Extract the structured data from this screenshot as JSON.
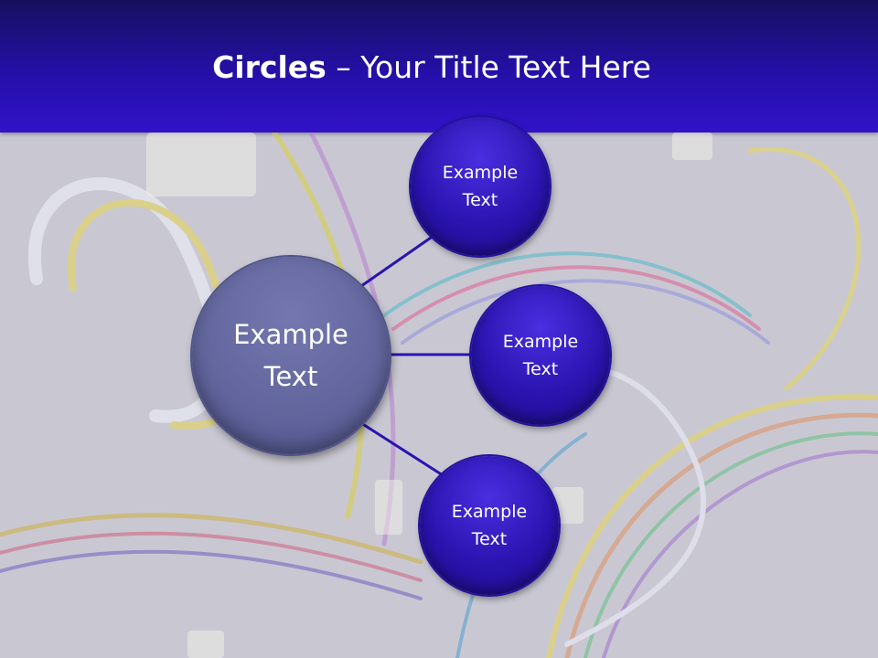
{
  "title": {
    "bold": "Circles",
    "rest": " – Your Title Text Here"
  },
  "center_node": {
    "label_line1": "Example",
    "label_line2": "Text"
  },
  "nodes": [
    {
      "label_line1": "Example",
      "label_line2": "Text"
    },
    {
      "label_line1": "Example",
      "label_line2": "Text"
    },
    {
      "label_line1": "Example",
      "label_line2": "Text"
    }
  ],
  "colors": {
    "header": "#2410a8",
    "node_fill": "#2a14b0",
    "center_fill": "#61659c",
    "connector": "#2a14b0"
  }
}
